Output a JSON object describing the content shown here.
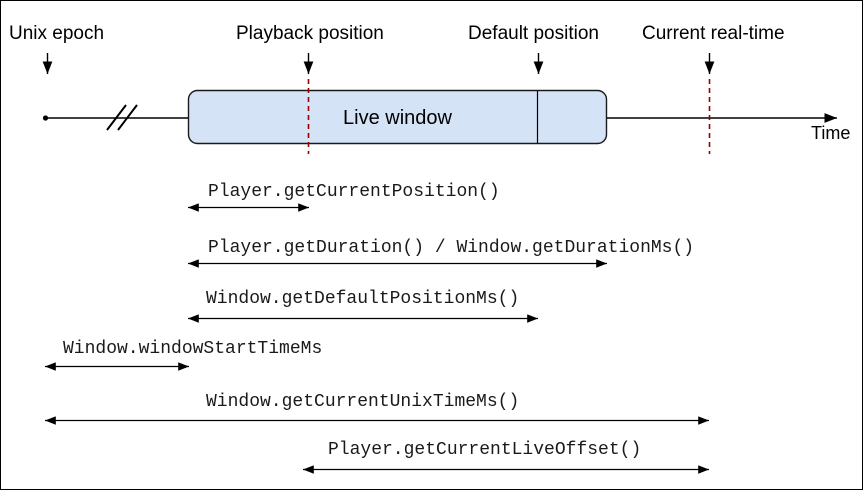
{
  "annotations": {
    "unix_epoch": "Unix epoch",
    "playback_position": "Playback position",
    "default_position": "Default position",
    "current_real_time": "Current real-time"
  },
  "timeline": {
    "live_window_label": "Live window",
    "time_axis_label": "Time"
  },
  "api_labels": {
    "current_position": "Player.getCurrentPosition()",
    "duration": "Player.getDuration() / Window.getDurationMs()",
    "default_position_ms": "Window.getDefaultPositionMs()",
    "window_start_time": "Window.windowStartTimeMs",
    "current_unix_time": "Window.getCurrentUnixTimeMs()",
    "current_live_offset": "Player.getCurrentLiveOffset()"
  },
  "colors": {
    "live_window_fill": "#d4e3f5",
    "live_window_border": "#1a1a1a",
    "position_marker": "#990000",
    "line": "#000000"
  }
}
